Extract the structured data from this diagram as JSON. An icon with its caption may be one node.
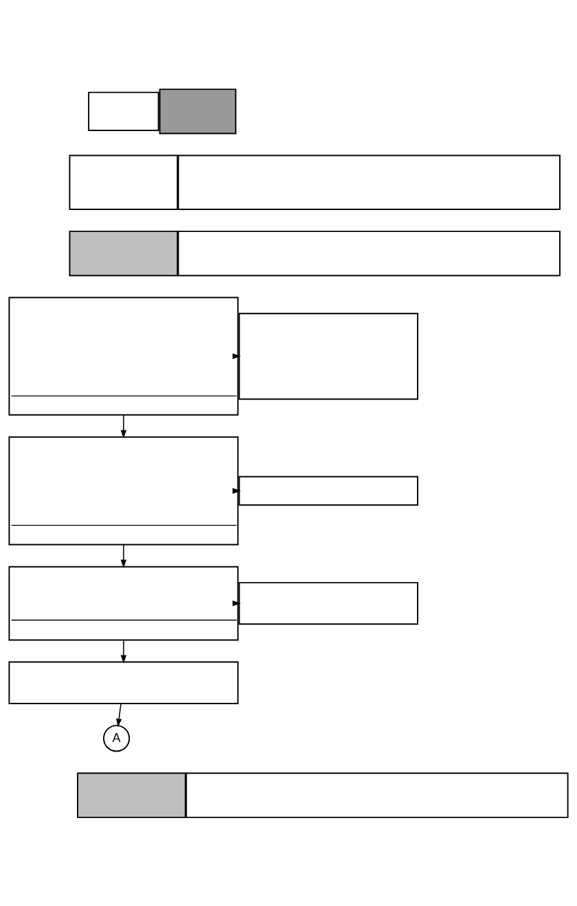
{
  "diagram": {
    "nodes": [
      {
        "text": [],
        "shape": "box"
      },
      {
        "text": [],
        "shape": "box"
      },
      {
        "text": [],
        "shape": "box"
      },
      {
        "text": [],
        "shape": "box"
      },
      {
        "text": [],
        "shape": "box"
      },
      {
        "text": [],
        "shape": "box"
      },
      {
        "text": [],
        "shape": "box"
      },
      {
        "text": [],
        "shape": "box"
      },
      {
        "text": [],
        "shape": "box"
      },
      {
        "text": [],
        "shape": "box"
      },
      {
        "text": [],
        "shape": "box"
      },
      {
        "text": [],
        "shape": "box"
      },
      {
        "text": [],
        "shape": "box"
      },
      {
        "text": [
          "A"
        ]
      },
      {
        "text": [],
        "shape": "box"
      },
      {
        "text": [],
        "shape": "box"
      }
    ],
    "edges": [
      {
        "from": 6,
        "to": 7,
        "arrow": "to"
      },
      {
        "from": 6,
        "to": 8,
        "arrow": "to"
      },
      {
        "from": 8,
        "to": 9,
        "arrow": "to"
      },
      {
        "from": 8,
        "to": 10,
        "arrow": "to"
      },
      {
        "from": 10,
        "to": 11,
        "arrow": "to"
      },
      {
        "from": 10,
        "to": 12,
        "arrow": "to"
      },
      {
        "from": 12,
        "to": 13,
        "arrow": "to"
      }
    ]
  }
}
